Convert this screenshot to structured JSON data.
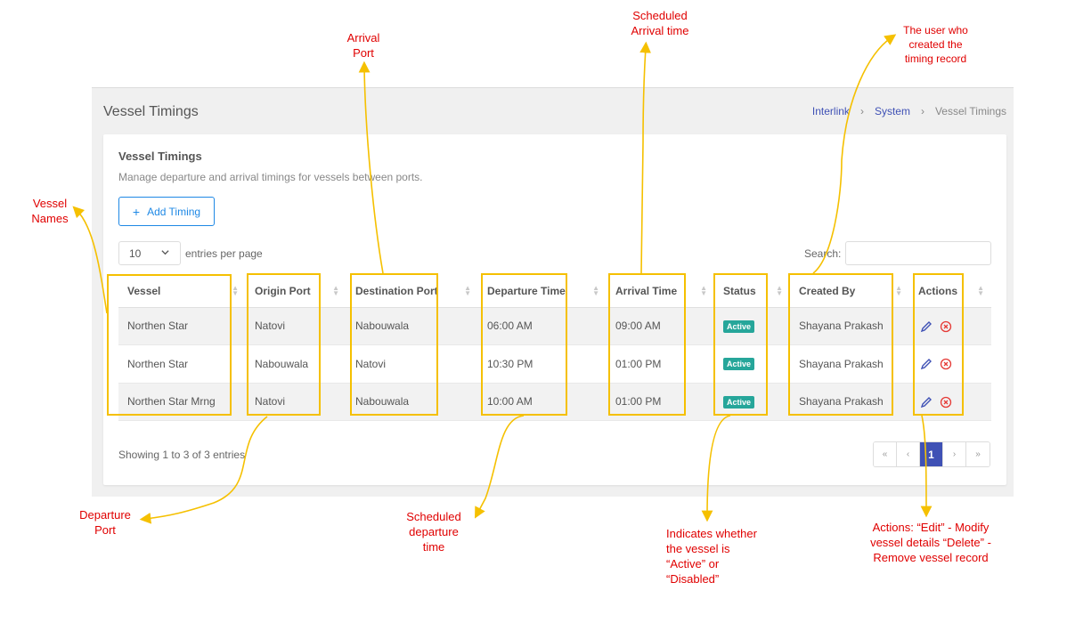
{
  "page": {
    "title": "Vessel Timings",
    "breadcrumb": [
      "Interlink",
      "System",
      "Vessel Timings"
    ]
  },
  "card": {
    "title": "Vessel Timings",
    "subtitle": "Manage departure and arrival timings for vessels between ports.",
    "add_button": "Add Timing",
    "length_value": "10",
    "length_label": "entries per page",
    "search_label": "Search:",
    "search_value": ""
  },
  "table": {
    "columns": [
      "Vessel",
      "Origin Port",
      "Destination Port",
      "Departure Time",
      "Arrival Time",
      "Status",
      "Created By",
      "Actions"
    ],
    "rows": [
      {
        "vessel": "Northen Star",
        "origin": "Natovi",
        "destination": "Nabouwala",
        "departure": "06:00 AM",
        "arrival": "09:00 AM",
        "status": "Active",
        "created_by": "Shayana Prakash"
      },
      {
        "vessel": "Northen Star",
        "origin": "Nabouwala",
        "destination": "Natovi",
        "departure": "10:30 PM",
        "arrival": "01:00 PM",
        "status": "Active",
        "created_by": "Shayana Prakash"
      },
      {
        "vessel": "Northen Star Mrng",
        "origin": "Natovi",
        "destination": "Nabouwala",
        "departure": "10:00 AM",
        "arrival": "01:00 PM",
        "status": "Active",
        "created_by": "Shayana Prakash"
      }
    ]
  },
  "footer": {
    "info": "Showing 1 to 3 of 3 entries",
    "pager": [
      "«",
      "‹",
      "1",
      "›",
      "»"
    ],
    "current_page": "1"
  },
  "annotations": {
    "vessel_names": "Vessel Names",
    "arrival_port": "Arrival Port",
    "scheduled_arrival": "Scheduled Arrival time",
    "created_by_note": "The user who created the timing record",
    "departure_port": "Departure Port",
    "scheduled_departure": "Scheduled departure time",
    "status_note": "Indicates whether the vessel is “Active” or “Disabled”",
    "actions_note": "Actions: “Edit” - Modify vessel details “Delete” - Remove vessel record"
  },
  "colors": {
    "accent": "#3f51b5",
    "button": "#1e88e5",
    "badge": "#26a69a",
    "delete": "#e53935",
    "annotation_box": "#f5c000",
    "annotation_text": "#e00000"
  }
}
